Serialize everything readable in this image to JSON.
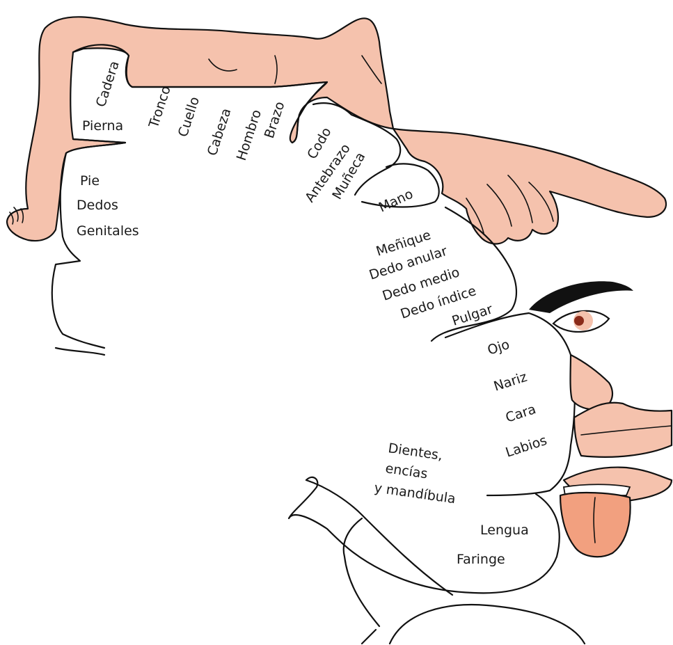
{
  "regions": [
    {
      "key": "cadera",
      "text": "Cadera"
    },
    {
      "key": "pierna",
      "text": "Pierna"
    },
    {
      "key": "tronco",
      "text": "Tronco"
    },
    {
      "key": "cuello",
      "text": "Cuello"
    },
    {
      "key": "cabeza",
      "text": "Cabeza"
    },
    {
      "key": "hombro",
      "text": "Hombro"
    },
    {
      "key": "brazo",
      "text": "Brazo"
    },
    {
      "key": "codo",
      "text": "Codo"
    },
    {
      "key": "antebrazo",
      "text": "Antebrazo"
    },
    {
      "key": "muneca",
      "text": "Muñeca"
    },
    {
      "key": "mano",
      "text": "Mano"
    },
    {
      "key": "pie",
      "text": "Pie"
    },
    {
      "key": "dedos",
      "text": "Dedos"
    },
    {
      "key": "genitales",
      "text": "Genitales"
    },
    {
      "key": "menique",
      "text": "Meñique"
    },
    {
      "key": "dedo-anular",
      "text": "Dedo anular"
    },
    {
      "key": "dedo-medio",
      "text": "Dedo medio"
    },
    {
      "key": "dedo-indice",
      "text": "Dedo índice"
    },
    {
      "key": "pulgar",
      "text": "Pulgar"
    },
    {
      "key": "ojo",
      "text": "Ojo"
    },
    {
      "key": "nariz",
      "text": "Nariz"
    },
    {
      "key": "cara",
      "text": "Cara"
    },
    {
      "key": "labios",
      "text": "Labios"
    },
    {
      "key": "dientes-1",
      "text": "Dientes,"
    },
    {
      "key": "dientes-2",
      "text": "encías"
    },
    {
      "key": "dientes-3",
      "text": "y mandíbula"
    },
    {
      "key": "lengua",
      "text": "Lengua"
    },
    {
      "key": "faringe",
      "text": "Faringe"
    }
  ],
  "colors": {
    "skin": "#f5c2ad",
    "tongue": "#f2a07f",
    "outline": "#111111",
    "eyebrow": "#111111",
    "iris": "#8a2b1a"
  }
}
